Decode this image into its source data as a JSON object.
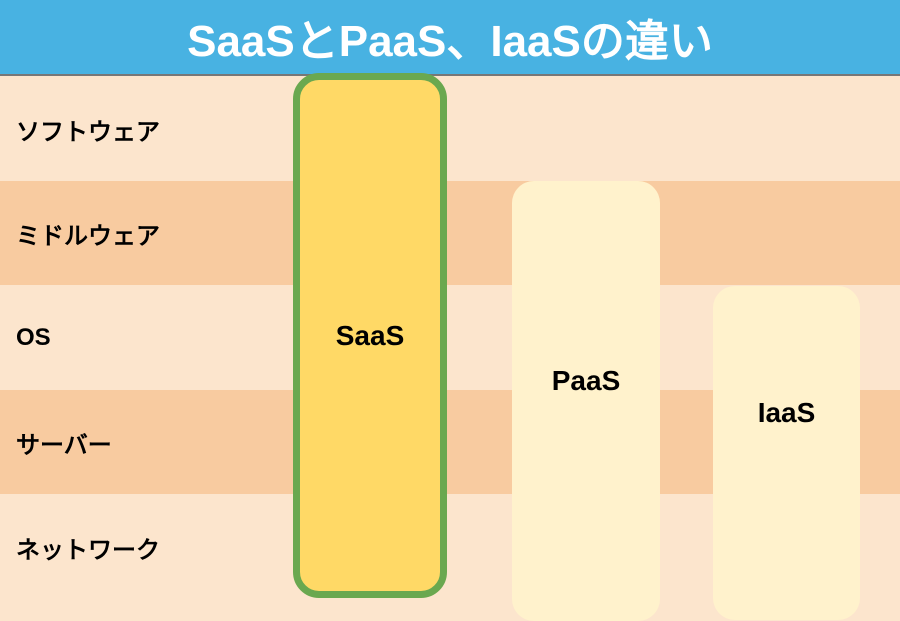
{
  "title": "SaaSとPaaS、IaaSの違い",
  "layers": [
    "ソフトウェア",
    "ミドルウェア",
    "OS",
    "サーバー",
    "ネットワーク"
  ],
  "models": [
    {
      "label": "SaaS",
      "highlighted": true
    },
    {
      "label": "PaaS"
    },
    {
      "label": "IaaS"
    }
  ],
  "colors": {
    "title_bg": "#48b2e2",
    "row_light": "#fce5cd",
    "row_dark": "#f8cba0",
    "saas_fill": "#ffd966",
    "saas_border": "#6aa84f",
    "other_fill": "#fff2cc"
  }
}
